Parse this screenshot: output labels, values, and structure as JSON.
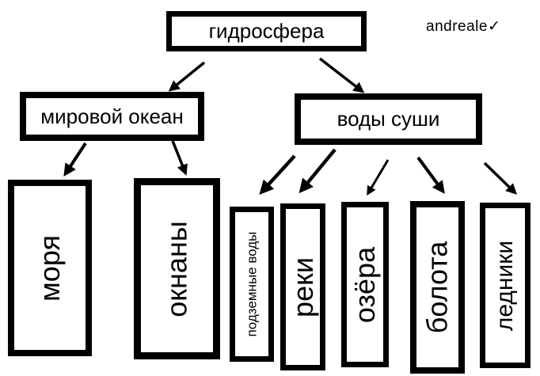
{
  "watermark": "andreale✓",
  "colors": {
    "background": "#ffffff",
    "box_border": "#000000",
    "text": "#000000",
    "arrow": "#000000"
  },
  "diagram": {
    "title_node": "гидросфера",
    "root": {
      "label": "гидросфера"
    },
    "branches": [
      {
        "label": "мировой океан",
        "children": [
          "моря",
          "окнаны"
        ]
      },
      {
        "label": "воды суши",
        "children": [
          "подземные воды",
          "реки",
          "озёра",
          "болота",
          "ледники"
        ]
      }
    ],
    "leaves": [
      {
        "label": "моря"
      },
      {
        "label": "окнаны"
      },
      {
        "label": "подземные воды"
      },
      {
        "label": "реки"
      },
      {
        "label": "озёра"
      },
      {
        "label": "болота"
      },
      {
        "label": "ледники"
      }
    ],
    "edges": [
      {
        "from": "гидросфера",
        "to": "мировой океан"
      },
      {
        "from": "гидросфера",
        "to": "воды суши"
      },
      {
        "from": "мировой океан",
        "to": "моря"
      },
      {
        "from": "мировой океан",
        "to": "окнаны"
      },
      {
        "from": "воды суши",
        "to": "подземные воды"
      },
      {
        "from": "воды суши",
        "to": "реки"
      },
      {
        "from": "воды суши",
        "to": "озёра"
      },
      {
        "from": "воды суши",
        "to": "болота"
      },
      {
        "from": "воды суши",
        "to": "ледники"
      }
    ]
  }
}
